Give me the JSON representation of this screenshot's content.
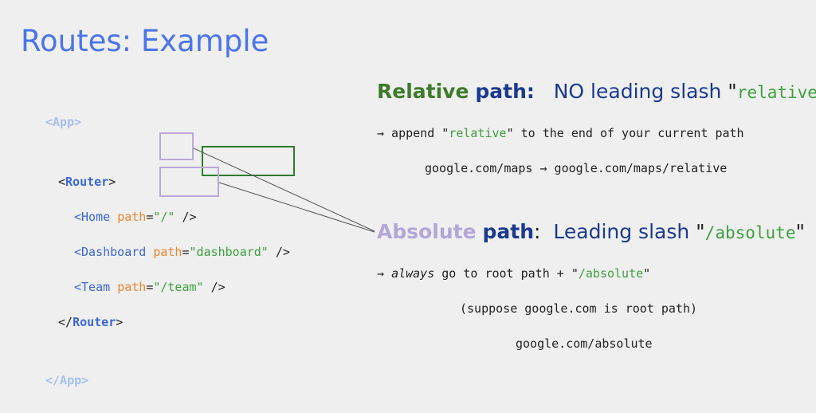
{
  "title": "Routes: Example",
  "code": {
    "app_open": "<App>",
    "router_open_bracket": "<",
    "router_name": "Router",
    "router_close_bracket": ">",
    "routes": [
      {
        "component": "<Home",
        "attr": "path",
        "eq": "=",
        "value": "\"/\"",
        "tail": " />"
      },
      {
        "component": "<Dashboard",
        "attr": "path",
        "eq": "=",
        "value": "\"dashboard\"",
        "tail": " />"
      },
      {
        "component": "<Team",
        "attr": "path",
        "eq": "=",
        "value": "\"/team\"",
        "tail": " />"
      }
    ],
    "router_end_open": "</",
    "router_end_name": "Router",
    "router_end_close": ">",
    "app_close": "</App>"
  },
  "relative": {
    "keyword": "Relative",
    "path_word": "path:",
    "description": "NO leading slash ",
    "example_open_quote": "\"",
    "example": "relative",
    "example_close_quote": "\"",
    "line1_prefix": "→ append \"",
    "line1_value": "relative",
    "line1_suffix": "\" to the end of your current path",
    "line2": "google.com/maps → google.com/maps/relative"
  },
  "absolute": {
    "keyword": "Absolute",
    "path_word": "path",
    "colon": ":",
    "description": "Leading slash ",
    "example_open_quote": "\"",
    "example": "/absolute",
    "example_close_quote": "\"",
    "line1_arrow": "→ ",
    "line1_italic": "always",
    "line1_mid": " go to root path + \"",
    "line1_value": "/absolute",
    "line1_suffix": "\"",
    "line2": "(suppose google.com is root path)",
    "line3": "google.com/absolute"
  },
  "colors": {
    "title": "#4a74e8",
    "relative_keyword": "#3d7a2a",
    "absolute_keyword": "#b4a6d9",
    "path_keyword": "#1a3a8f",
    "string_green": "#3ea03e",
    "attr_orange": "#f0842c",
    "background": "#efefef"
  }
}
